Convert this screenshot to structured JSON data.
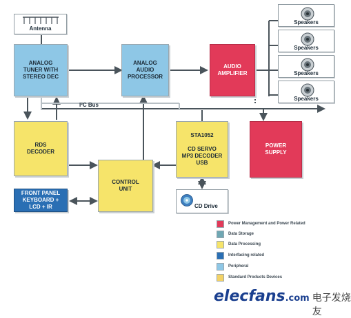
{
  "blocks": {
    "antenna": "Antenna",
    "tuner": "ANALOG\nTUNER WITH\nSTEREO DEC",
    "audio_processor": "ANALOG\nAUDIO\nPROCESSOR",
    "amplifier": "AUDIO\nAMPLIFIER",
    "rds": "RDS\nDECODER",
    "control": "CONTROL\nUNIT",
    "sta": "STA1052\n\nCD  SERVO\nMP3 DECODER\nUSB",
    "power": "POWER\nSUPPLY",
    "front_panel": "FRONT PANEL\nKEYBOARD +\nLCD + IR",
    "cd_drive": "CD Drive"
  },
  "speakers": [
    "Speakers",
    "Speakers",
    "Speakers",
    "Speakers"
  ],
  "bus_label": "I²C Bus",
  "legend": [
    {
      "label": "Power Management and Power Related",
      "color": "#e23a59"
    },
    {
      "label": "Data Storage",
      "color": "#6fa7b3"
    },
    {
      "label": "Data Processing",
      "color": "#f6e46a"
    },
    {
      "label": "Interfacing related",
      "color": "#2a6fb4"
    },
    {
      "label": "Peripheral",
      "color": "#8ec7e6"
    },
    {
      "label": "Standard Products Devices",
      "color": "#f3d266"
    }
  ],
  "watermark": {
    "main": "elecfans",
    "com": ".com",
    "cn": "电子发烧友"
  }
}
